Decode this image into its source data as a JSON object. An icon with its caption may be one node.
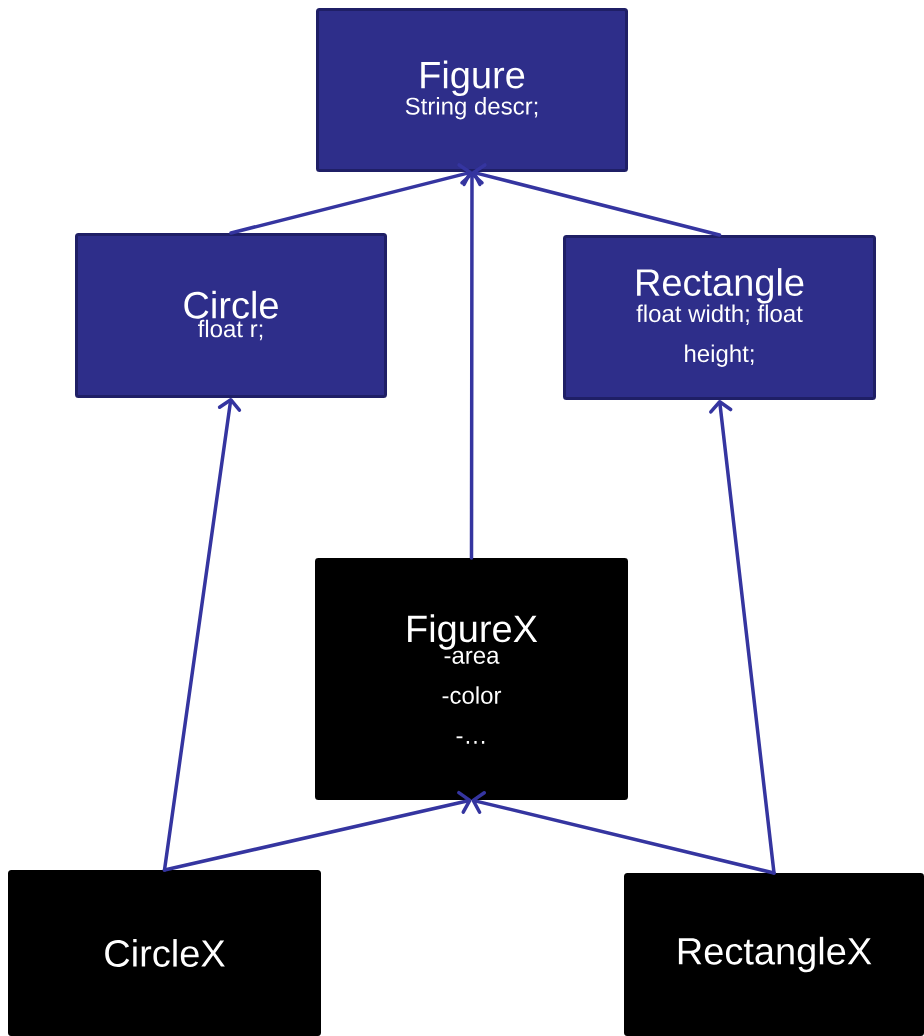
{
  "diagram": {
    "nodes": [
      {
        "text": [
          "Figure",
          "String descr;"
        ]
      },
      {
        "text": [
          "Circle",
          "float r;"
        ]
      },
      {
        "text": [
          "Rectangle",
          "float width; float height;"
        ]
      },
      {
        "text": [
          "FigureX",
          "-area -color -…"
        ]
      },
      {
        "text": [
          "CircleX"
        ]
      },
      {
        "text": [
          "RectangleX"
        ]
      }
    ],
    "edges": [
      {
        "from": 1,
        "to": 0,
        "arrow": "to"
      },
      {
        "from": 3,
        "to": 0,
        "arrow": "to"
      },
      {
        "from": 2,
        "to": 0,
        "arrow": "to"
      },
      {
        "from": 4,
        "to": 1,
        "arrow": "to"
      },
      {
        "from": 4,
        "to": 3,
        "arrow": "to"
      },
      {
        "from": 5,
        "to": 3,
        "arrow": "to"
      },
      {
        "from": 5,
        "to": 2,
        "arrow": "to"
      }
    ]
  }
}
